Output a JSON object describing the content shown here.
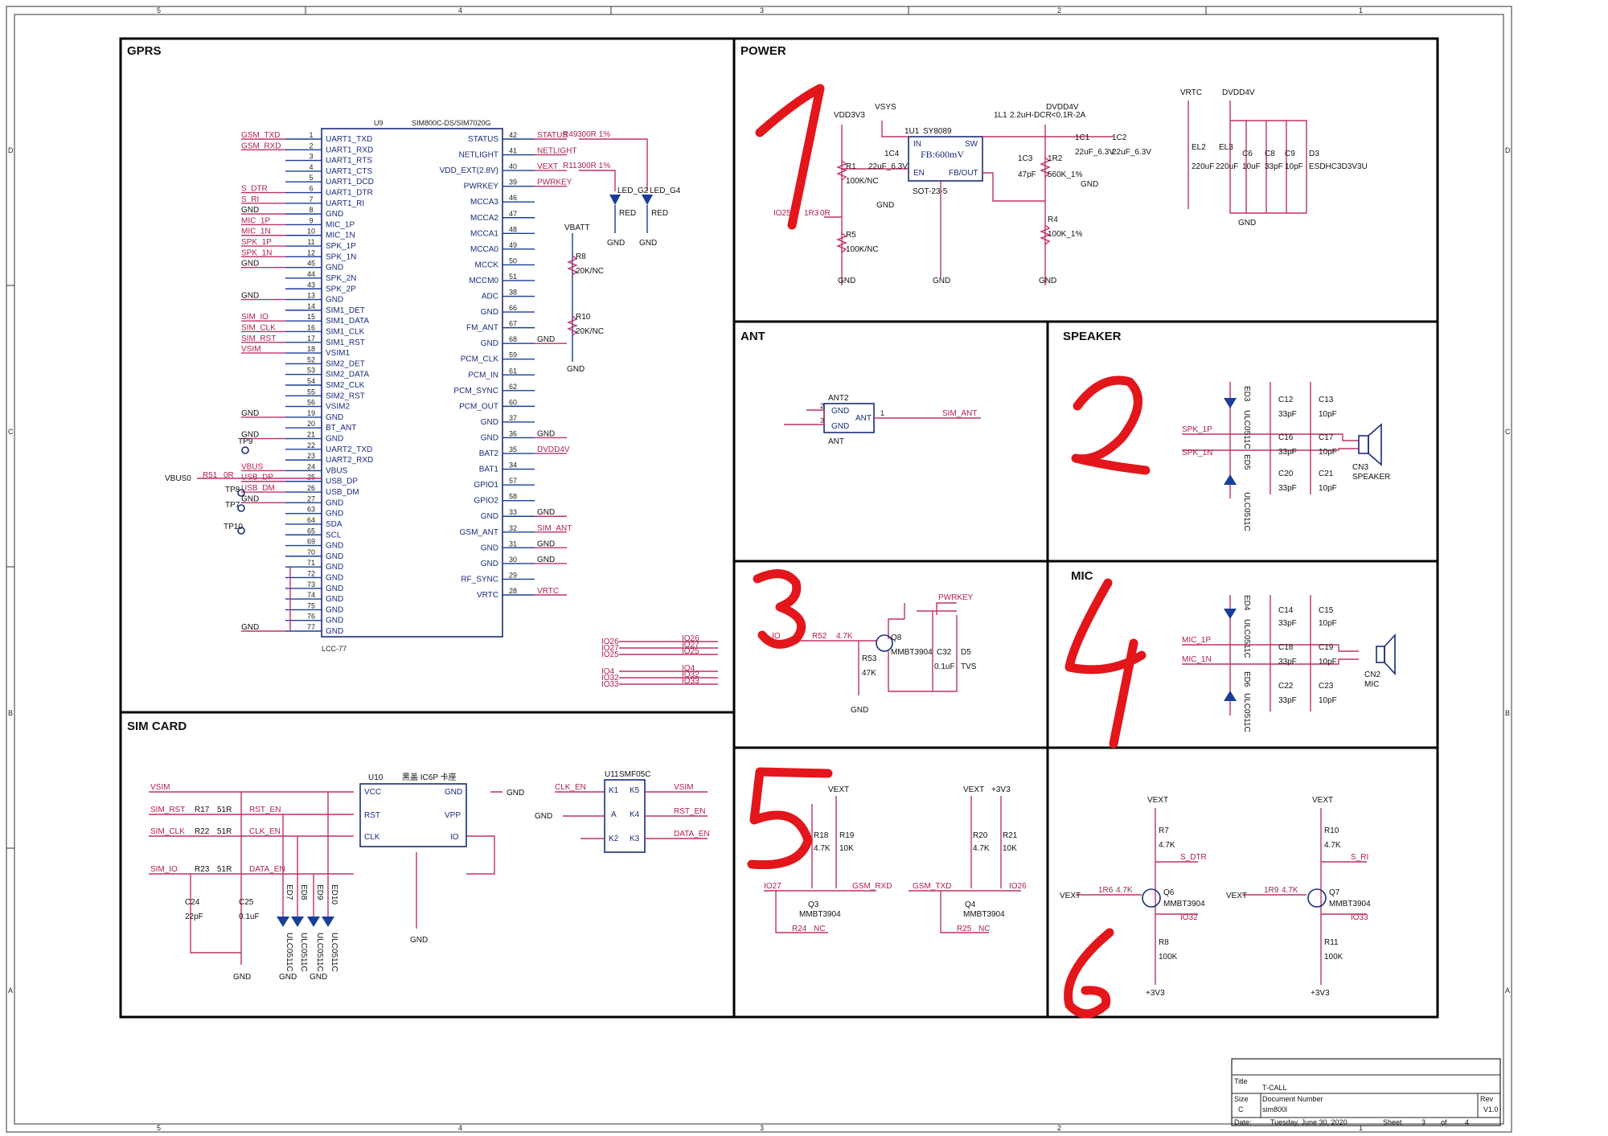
{
  "sections": {
    "gprs": "GPRS",
    "power": "POWER",
    "ant": "ANT",
    "speaker": "SPEAKER",
    "mic": "MIC",
    "simcard": "SIM CARD"
  },
  "ruler": {
    "top": [
      "5",
      "4",
      "3",
      "2",
      "1"
    ],
    "side": [
      "D",
      "C",
      "B",
      "A"
    ]
  },
  "gprs": {
    "ref": "U9",
    "part": "SIM800C-DS/SIM7020G",
    "package": "LCC-77",
    "left_pins": [
      {
        "num": "1",
        "name": "UART1_TXD",
        "net": "GSM_TXD"
      },
      {
        "num": "2",
        "name": "UART1_RXD",
        "net": "GSM_RXD"
      },
      {
        "num": "3",
        "name": "UART1_RTS",
        "net": ""
      },
      {
        "num": "4",
        "name": "UART1_CTS",
        "net": ""
      },
      {
        "num": "5",
        "name": "UART1_DCD",
        "net": ""
      },
      {
        "num": "6",
        "name": "UART1_DTR",
        "net": "S_DTR"
      },
      {
        "num": "7",
        "name": "UART1_RI",
        "net": "S_RI"
      },
      {
        "num": "8",
        "name": "GND",
        "net": "GND"
      },
      {
        "num": "9",
        "name": "MIC_1P",
        "net": "MIC_1P"
      },
      {
        "num": "10",
        "name": "MIC_1N",
        "net": "MIC_1N"
      },
      {
        "num": "11",
        "name": "SPK_1P",
        "net": "SPK_1P"
      },
      {
        "num": "12",
        "name": "SPK_1N",
        "net": "SPK_1N"
      },
      {
        "num": "45",
        "name": "GND",
        "net": "GND"
      },
      {
        "num": "44",
        "name": "SPK_2N",
        "net": ""
      },
      {
        "num": "43",
        "name": "SPK_2P",
        "net": ""
      },
      {
        "num": "13",
        "name": "GND",
        "net": "GND"
      },
      {
        "num": "14",
        "name": "SIM1_DET",
        "net": ""
      },
      {
        "num": "15",
        "name": "SIM1_DATA",
        "net": "SIM_IO"
      },
      {
        "num": "16",
        "name": "SIM1_CLK",
        "net": "SIM_CLK"
      },
      {
        "num": "17",
        "name": "SIM1_RST",
        "net": "SIM_RST"
      },
      {
        "num": "18",
        "name": "VSIM1",
        "net": "VSIM"
      },
      {
        "num": "52",
        "name": "SIM2_DET",
        "net": ""
      },
      {
        "num": "53",
        "name": "SIM2_DATA",
        "net": ""
      },
      {
        "num": "54",
        "name": "SIM2_CLK",
        "net": ""
      },
      {
        "num": "55",
        "name": "SIM2_RST",
        "net": ""
      },
      {
        "num": "56",
        "name": "VSIM2",
        "net": ""
      },
      {
        "num": "19",
        "name": "GND",
        "net": "GND"
      },
      {
        "num": "20",
        "name": "BT_ANT",
        "net": ""
      },
      {
        "num": "21",
        "name": "GND",
        "net": "GND"
      },
      {
        "num": "22",
        "name": "UART2_TXD",
        "net": ""
      },
      {
        "num": "23",
        "name": "UART2_RXD",
        "net": ""
      },
      {
        "num": "24",
        "name": "VBUS",
        "net": "VBUS"
      },
      {
        "num": "25",
        "name": "USB_DP",
        "net": "USB_DP"
      },
      {
        "num": "26",
        "name": "USB_DM",
        "net": "USB_DM"
      },
      {
        "num": "27",
        "name": "GND",
        "net": "GND"
      },
      {
        "num": "63",
        "name": "GND",
        "net": ""
      },
      {
        "num": "64",
        "name": "SDA",
        "net": ""
      },
      {
        "num": "65",
        "name": "SCL",
        "net": ""
      },
      {
        "num": "69",
        "name": "GND",
        "net": ""
      },
      {
        "num": "70",
        "name": "GND",
        "net": ""
      },
      {
        "num": "71",
        "name": "GND",
        "net": ""
      },
      {
        "num": "72",
        "name": "GND",
        "net": ""
      },
      {
        "num": "73",
        "name": "GND",
        "net": ""
      },
      {
        "num": "74",
        "name": "GND",
        "net": ""
      },
      {
        "num": "75",
        "name": "GND",
        "net": ""
      },
      {
        "num": "76",
        "name": "GND",
        "net": ""
      },
      {
        "num": "77",
        "name": "GND",
        "net": "GND"
      }
    ],
    "right_pins": [
      {
        "num": "42",
        "name": "STATUS",
        "net": "STATUS"
      },
      {
        "num": "41",
        "name": "NETLIGHT",
        "net": "NETLIGHT"
      },
      {
        "num": "40",
        "name": "VDD_EXT(2.8V)",
        "net": "VEXT"
      },
      {
        "num": "39",
        "name": "PWRKEY",
        "net": "PWRKEY"
      },
      {
        "num": "46",
        "name": "MCCA3",
        "net": ""
      },
      {
        "num": "47",
        "name": "MCCA2",
        "net": ""
      },
      {
        "num": "48",
        "name": "MCCA1",
        "net": ""
      },
      {
        "num": "49",
        "name": "MCCA0",
        "net": ""
      },
      {
        "num": "50",
        "name": "MCCK",
        "net": ""
      },
      {
        "num": "51",
        "name": "MCCM0",
        "net": ""
      },
      {
        "num": "38",
        "name": "ADC",
        "net": ""
      },
      {
        "num": "66",
        "name": "GND",
        "net": ""
      },
      {
        "num": "67",
        "name": "FM_ANT",
        "net": ""
      },
      {
        "num": "68",
        "name": "GND",
        "net": "GND"
      },
      {
        "num": "59",
        "name": "PCM_CLK",
        "net": ""
      },
      {
        "num": "61",
        "name": "PCM_IN",
        "net": ""
      },
      {
        "num": "62",
        "name": "PCM_SYNC",
        "net": ""
      },
      {
        "num": "60",
        "name": "PCM_OUT",
        "net": ""
      },
      {
        "num": "37",
        "name": "GND",
        "net": ""
      },
      {
        "num": "36",
        "name": "GND",
        "net": "GND"
      },
      {
        "num": "35",
        "name": "BAT2",
        "net": "DVDD4V"
      },
      {
        "num": "34",
        "name": "BAT1",
        "net": ""
      },
      {
        "num": "57",
        "name": "GPIO1",
        "net": ""
      },
      {
        "num": "58",
        "name": "GPIO2",
        "net": ""
      },
      {
        "num": "33",
        "name": "GND",
        "net": "GND"
      },
      {
        "num": "32",
        "name": "GSM_ANT",
        "net": "SIM_ANT"
      },
      {
        "num": "31",
        "name": "GND",
        "net": "GND"
      },
      {
        "num": "30",
        "name": "GND",
        "net": "GND"
      },
      {
        "num": "29",
        "name": "RF_SYNC",
        "net": ""
      },
      {
        "num": "28",
        "name": "VRTC",
        "net": "VRTC"
      }
    ],
    "extras": {
      "r49": "R49",
      "r49v": "300R 1%",
      "r11": "R11",
      "r11v": "300R 1%",
      "led2": "LED_G2",
      "led4": "LED_G4",
      "red": "RED",
      "gnd": "GND",
      "vbatt": "VBATT",
      "r8": "R8",
      "r8v": "20K/NC",
      "r10": "R10",
      "r10v": "20K/NC",
      "tp9": "TP9",
      "tp8": "TP8",
      "tp7": "TP7",
      "tp10": "TP10",
      "vbus0": "VBUS0",
      "r51": "R51",
      "r51v": "0R",
      "one": "1",
      "io_left": [
        "IO26",
        "IO27",
        "IO25",
        "IO4",
        "IO32",
        "IO33"
      ],
      "io_right": [
        "IO26",
        "IO27",
        "IO25",
        "IO4",
        "IO32",
        "IO33"
      ]
    }
  },
  "power": {
    "vdd3v3": "VDD3V3",
    "vsys": "VSYS",
    "u1": "1U1",
    "u1p": "SY8089",
    "fb": "FB:600mV",
    "in": "IN",
    "sw": "SW",
    "en": "EN",
    "gnd": "GND",
    "fbout": "FB/OUT",
    "sot": "SOT-23-5",
    "l1": "1L1",
    "l1v": "2.2uH-DCR<0.1R-2A",
    "dvdd4v": "DVDD4V",
    "r1": "R1",
    "r1v": "100K/NC",
    "c4": "1C4",
    "c4v": "22uF_6.3V",
    "io25": "IO25",
    "r3": "1R3",
    "r3v": "0R",
    "r5": "R5",
    "r5v": "100K/NC",
    "c3": "1C3",
    "c3v": "47pF",
    "r2": "1R2",
    "r2v": "560K_1%",
    "r4": "R4",
    "r4v": "100K_1%",
    "c1": "1C1",
    "c1v": "22uF_6.3V",
    "c2": "1C2",
    "c2v": "22uF_6.3V",
    "vrtc": "VRTC",
    "dvdd4v2": "DVDD4V",
    "el2": "EL2",
    "el2v": "220uF",
    "el3": "EL3",
    "el3v": "220uF",
    "c6": "C6",
    "c6v": "10uF",
    "c8": "C8",
    "c8v": "33pF",
    "c9": "C9",
    "c9v": "10pF",
    "d3": "D3",
    "d3v": "ESDHC3D3V3U"
  },
  "ant": {
    "ref": "ANT2",
    "gnd1": "GND",
    "gnd2": "GND",
    "ant": "ANT",
    "foot": "ANT",
    "net": "SIM_ANT",
    "p1": "1",
    "p2": "2",
    "p3": "3"
  },
  "speaker": {
    "spk1p": "SPK_1P",
    "spk1n": "SPK_1N",
    "c12": "C12",
    "c12v": "33pF",
    "c13": "C13",
    "c13v": "10pF",
    "c16": "C16",
    "c16v": "33pF",
    "c17": "C17",
    "c17v": "10pF",
    "c20": "C20",
    "c20v": "33pF",
    "c21": "C21",
    "c21v": "10pF",
    "ed3": "ED3",
    "ed5": "ED5",
    "ulc": "ULC0511C",
    "cn3": "CN3",
    "cn3v": "SPEAKER"
  },
  "mic": {
    "mic1p": "MIC_1P",
    "mic1n": "MIC_1N",
    "c14": "C14",
    "c14v": "33pF",
    "c15": "C15",
    "c15v": "10pF",
    "c18": "C18",
    "c18v": "33pF",
    "c19": "C19",
    "c19v": "10pF",
    "c22": "C22",
    "c22v": "33pF",
    "c23": "C23",
    "c23v": "10pF",
    "ed4": "ED4",
    "ed6": "ED6",
    "ulc": "ULC0511C",
    "cn2": "CN2",
    "cn2v": "MIC"
  },
  "pwrkey": {
    "io": "IO",
    "r52": "R52",
    "r52v": "4.7K",
    "r53": "R53",
    "r53v": "47K",
    "q8": "Q8",
    "q8v": "MMBT3904",
    "c32": "C32",
    "c32v": "0.1uF",
    "d5": "D5",
    "d5v": "TVS",
    "net": "PWRKEY",
    "gnd": "GND"
  },
  "uart": {
    "vext1": "VEXT",
    "vext2": "VEXT",
    "v33": "+3V3",
    "r18": "R18",
    "r18v": "4.7K",
    "r19": "R19",
    "r19v": "10K",
    "r20": "R20",
    "r20v": "4.7K",
    "r21": "R21",
    "r21v": "10K",
    "io27": "IO27",
    "gsmrxd": "GSM_RXD",
    "gsmtxd": "GSM_TXD",
    "io26": "IO26",
    "q3": "Q3",
    "q3v": "MMBT3904",
    "q4": "Q4",
    "q4v": "MMBT3904",
    "r24": "R24",
    "r24v": "NC",
    "r25": "R25",
    "r25v": "NC"
  },
  "ri": {
    "vext1": "VEXT",
    "vext2": "VEXT",
    "r7": "R7",
    "r7v": "4.7K",
    "r10": "R10",
    "r10v": "4.7K",
    "sdtr": "S_DTR",
    "sri": "S_RI",
    "vexta": "VEXT",
    "vextb": "VEXT",
    "r6": "1R6",
    "r6v": "4.7K",
    "r9": "1R9",
    "r9v": "4.7K",
    "q6": "Q6",
    "q6v": "MMBT3904",
    "q7": "Q7",
    "q7v": "MMBT3904",
    "io32": "IO32",
    "io33": "IO33",
    "r8": "R8",
    "r8v": "100K",
    "r11": "R11",
    "r11v": "100K",
    "v33a": "+3V3",
    "v33b": "+3V3"
  },
  "simcard": {
    "vsim": "VSIM",
    "simrst": "SIM_RST",
    "simclk": "SIM_CLK",
    "simio": "SIM_IO",
    "r17": "R17",
    "r17v": "51R",
    "r22": "R22",
    "r22v": "51R",
    "r23": "R23",
    "r23v": "51R",
    "rsten": "RST_EN",
    "clken": "CLK_EN",
    "dataen": "DATA_EN",
    "u10": "U10",
    "u10v": "黑盖 IC6P 卡座",
    "vcc": "VCC",
    "rst": "RST",
    "clk": "CLK",
    "gnd": "GND",
    "vpp": "VPP",
    "io": "IO",
    "c24": "C24",
    "c24v": "22pF",
    "c25": "C25",
    "c25v": "0.1uF",
    "ed7": "ED7",
    "ed8": "ED8",
    "ed9": "ED9",
    "ed10": "ED10",
    "ulc": "ULC0511C",
    "u11": "U11",
    "u11v": "SMF05C",
    "k1": "K1",
    "k2": "K2",
    "k3": "K3",
    "k4": "K4",
    "k5": "K5",
    "a": "A",
    "clken2": "CLK_EN",
    "rsten2": "RST_EN",
    "dataen2": "DATA_EN",
    "vsim2": "VSIM"
  },
  "titleblock": {
    "title_lbl": "Title",
    "title": "T-CALL",
    "size_lbl": "Size",
    "size": "C",
    "docnum_lbl": "Document Number",
    "docnum": "sim800l",
    "rev_lbl": "Rev",
    "rev": "V1.0",
    "date_lbl": "Date:",
    "date": "Tuesday, June 30, 2020",
    "sheet_lbl": "Sheet",
    "sheet": "3",
    "of": "of",
    "total": "4"
  },
  "annotations": [
    "1",
    "2",
    "3",
    "4",
    "5",
    "6"
  ]
}
